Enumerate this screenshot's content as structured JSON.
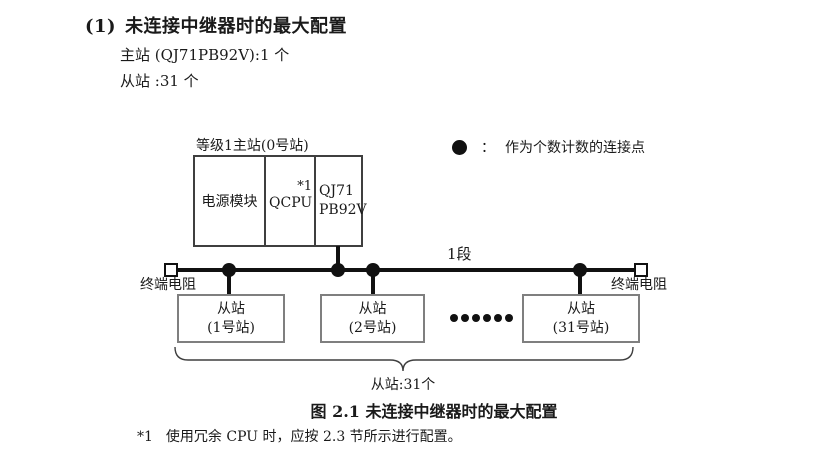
{
  "heading": {
    "number": "(1)",
    "title": "未连接中继器时的最大配置"
  },
  "specs": {
    "master": "主站 (QJ71PB92V):1 个",
    "slaves": "从站 :31 个"
  },
  "legend": {
    "separator": "：",
    "label": "作为个数计数的连接点"
  },
  "diagram": {
    "master_station": {
      "label": "等级1主站(0号站)",
      "modules": [
        {
          "line1": "电源模块"
        },
        {
          "line1": "QCPU",
          "note_ref": "*1"
        },
        {
          "line1": "QJ71",
          "line2": "PB92V"
        }
      ]
    },
    "segment_label": "1段",
    "terminators": {
      "left": "终端电阻",
      "right": "终端电阻"
    },
    "slave_stations": [
      {
        "line1": "从站",
        "line2": "(1号站)"
      },
      {
        "line1": "从站",
        "line2": "(2号站)"
      },
      {
        "line1": "从站",
        "line2": "(31号站)"
      }
    ],
    "ellipsis_dot_count": 6,
    "brace_label": "从站:31个"
  },
  "caption": "图 2.1 未连接中继器时的最大配置",
  "footnote": {
    "ref": "*1",
    "text": "使用冗余 CPU 时，应按 2.3 节所示进行配置。"
  },
  "colors": {
    "text": "#1a1a1a",
    "line": "#111111",
    "master_border": "#3f3f3f",
    "slave_border": "#7f7f7f"
  }
}
